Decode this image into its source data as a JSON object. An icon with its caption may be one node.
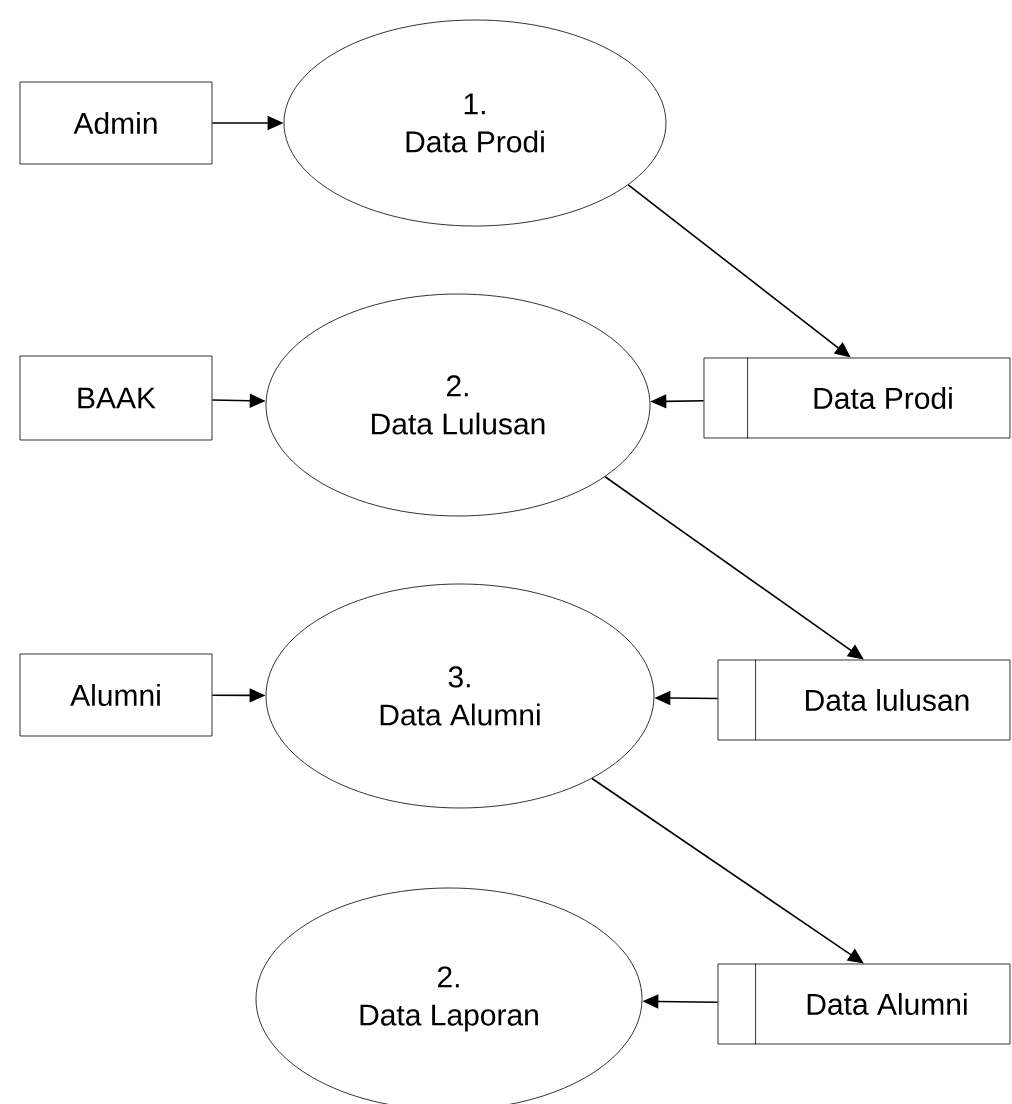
{
  "diagram": {
    "nodes": [
      {
        "text": [
          "Admin"
        ]
      },
      {
        "text": [
          "1.",
          "Data Prodi"
        ]
      },
      {
        "text": [
          "BAAK"
        ]
      },
      {
        "text": [
          "2.",
          "Data Lulusan"
        ]
      },
      {
        "text": [
          "Data Prodi"
        ]
      },
      {
        "text": [
          "Alumni"
        ]
      },
      {
        "text": [
          "3.",
          "Data Alumni"
        ]
      },
      {
        "text": [
          "Data lulusan"
        ]
      },
      {
        "text": [
          "2.",
          "Data Laporan"
        ]
      },
      {
        "text": [
          "Data Alumni"
        ]
      }
    ],
    "edges": [
      {
        "from": 0,
        "to": 1,
        "arrow": "to"
      },
      {
        "from": 1,
        "to": 4,
        "arrow": "to"
      },
      {
        "from": 2,
        "to": 3,
        "arrow": "to"
      },
      {
        "from": 4,
        "to": 3,
        "arrow": "to"
      },
      {
        "from": 3,
        "to": 7,
        "arrow": "to"
      },
      {
        "from": 5,
        "to": 6,
        "arrow": "to"
      },
      {
        "from": 7,
        "to": 6,
        "arrow": "to"
      },
      {
        "from": 6,
        "to": 9,
        "arrow": "to"
      },
      {
        "from": 9,
        "to": 8,
        "arrow": "to"
      }
    ]
  }
}
